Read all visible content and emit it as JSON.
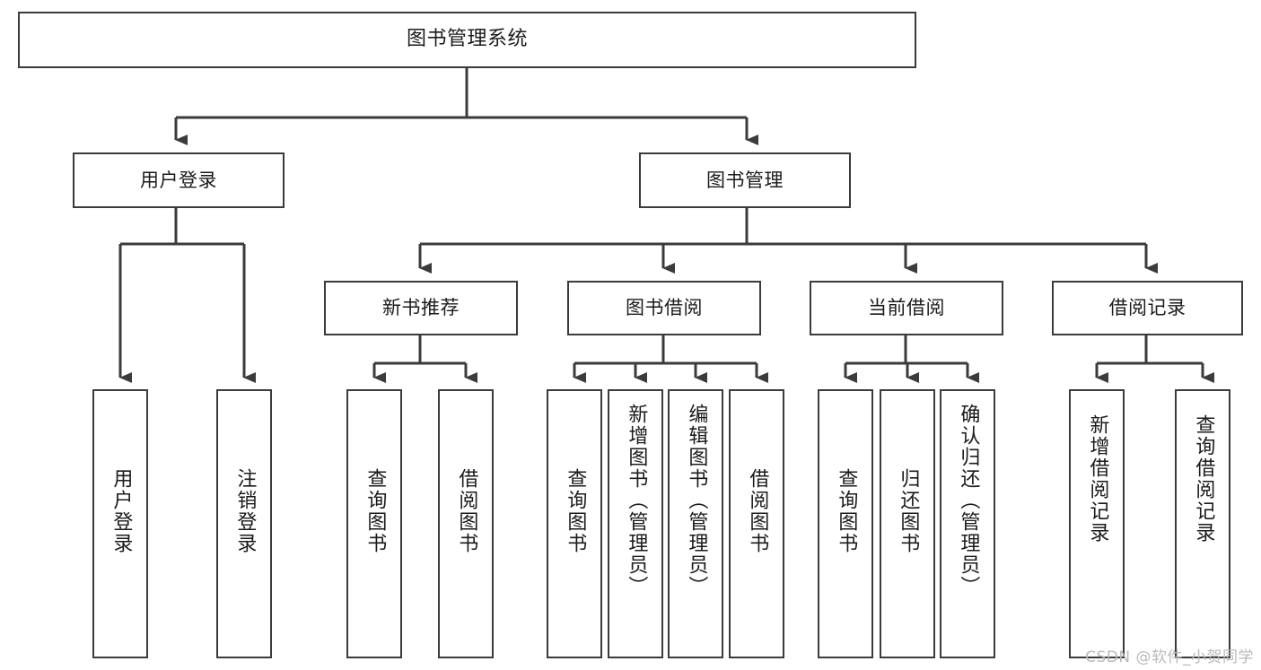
{
  "diagram": {
    "title": "图书管理系统",
    "type": "tree",
    "watermark": "CSDN @软件_小贺同学",
    "colors": {
      "box_border": "#3b3b3b",
      "box_fill": "#ffffff",
      "edge": "#3b3b3b",
      "text": "#1b1b1b",
      "watermark": "#b9b9b9",
      "background": "#ffffff"
    },
    "levels": [
      {
        "level": 1,
        "orientation": "horizontal",
        "nodes": [
          {
            "id": "root",
            "label": "图书管理系统"
          }
        ]
      },
      {
        "level": 2,
        "orientation": "horizontal",
        "nodes": [
          {
            "id": "login",
            "label": "用户登录",
            "parent": "root"
          },
          {
            "id": "bookmgmt",
            "label": "图书管理",
            "parent": "root"
          }
        ]
      },
      {
        "level": 3,
        "orientation": "horizontal",
        "nodes": [
          {
            "id": "newbook",
            "label": "新书推荐",
            "parent": "bookmgmt"
          },
          {
            "id": "borrow",
            "label": "图书借阅",
            "parent": "bookmgmt"
          },
          {
            "id": "current",
            "label": "当前借阅",
            "parent": "bookmgmt"
          },
          {
            "id": "records",
            "label": "借阅记录",
            "parent": "bookmgmt"
          }
        ]
      },
      {
        "level": 4,
        "orientation": "vertical",
        "nodes": [
          {
            "id": "leaf1",
            "label": "用户登录",
            "parent": "login"
          },
          {
            "id": "leaf2",
            "label": "注销登录",
            "parent": "login"
          },
          {
            "id": "leaf3",
            "label": "查询图书",
            "parent": "newbook"
          },
          {
            "id": "leaf4",
            "label": "借阅图书",
            "parent": "newbook"
          },
          {
            "id": "leaf5",
            "label": "查询图书",
            "parent": "borrow"
          },
          {
            "id": "leaf6",
            "label": "新增图书（管理员）",
            "parent": "borrow"
          },
          {
            "id": "leaf7",
            "label": "编辑图书（管理员）",
            "parent": "borrow"
          },
          {
            "id": "leaf8",
            "label": "借阅图书",
            "parent": "borrow"
          },
          {
            "id": "leaf9",
            "label": "查询图书",
            "parent": "current"
          },
          {
            "id": "leaf10",
            "label": "归还图书",
            "parent": "current"
          },
          {
            "id": "leaf11",
            "label": "确认归还（管理员）",
            "parent": "current"
          },
          {
            "id": "leaf12",
            "label": "新增借阅记录",
            "parent": "records"
          },
          {
            "id": "leaf13",
            "label": "查询借阅记录",
            "parent": "records"
          }
        ]
      }
    ]
  }
}
